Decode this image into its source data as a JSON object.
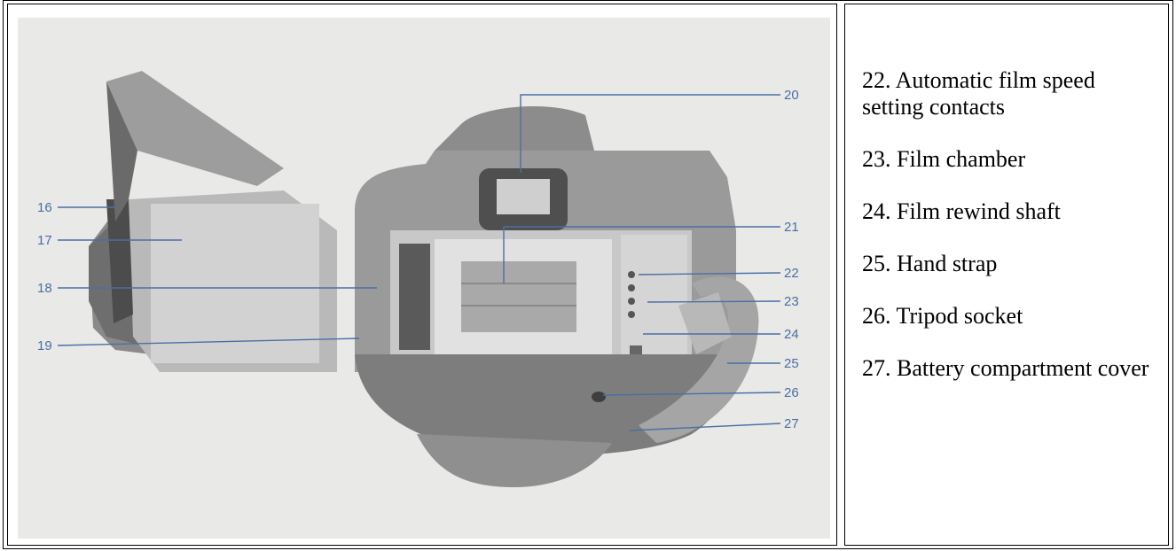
{
  "diagram": {
    "callouts": [
      "16",
      "17",
      "18",
      "19",
      "20",
      "21",
      "22",
      "23",
      "24",
      "25",
      "26",
      "27"
    ],
    "colors": {
      "paper": "#e9e9e7",
      "body": "#8f8f8f",
      "dark": "#5d5d5d",
      "light": "#c4c4c4",
      "callout": "#4a6fa5"
    }
  },
  "legend": {
    "items": [
      "22. Automatic film speed setting contacts",
      "23. Film chamber",
      "24. Film rewind shaft",
      "25. Hand strap",
      "26. Tripod socket",
      "27. Battery compartment cover"
    ]
  }
}
